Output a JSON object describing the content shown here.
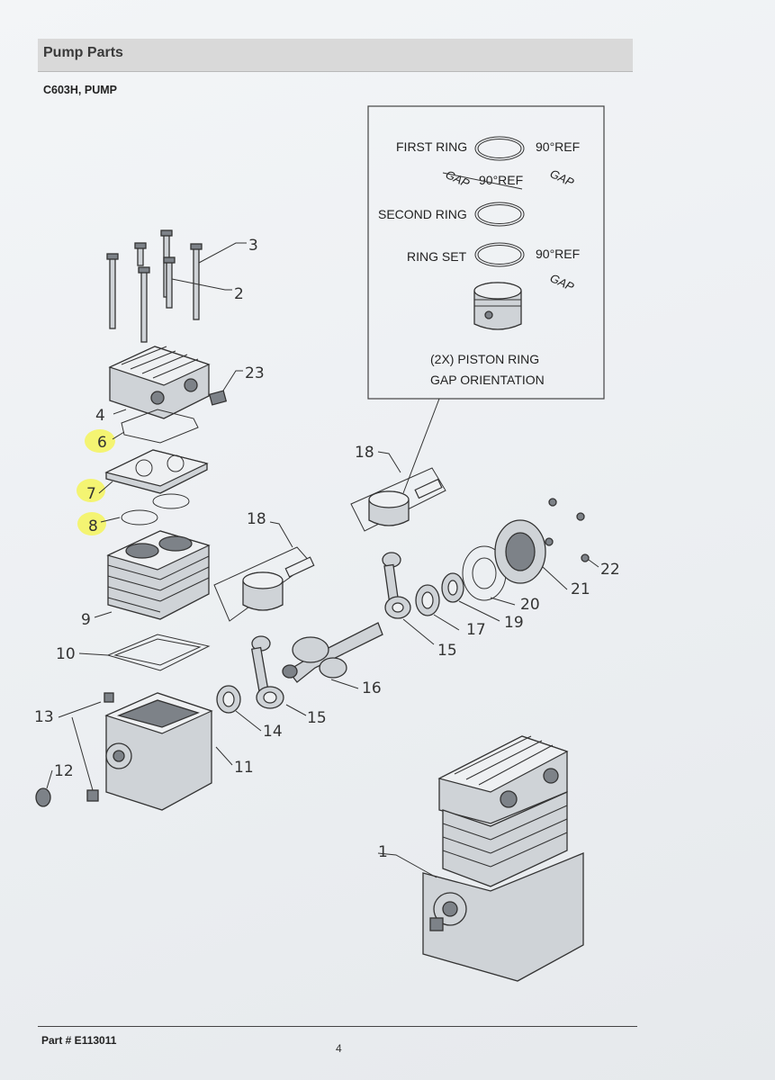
{
  "header": {
    "title": "Pump Parts"
  },
  "subtitle": "C603H, PUMP",
  "inset": {
    "first_ring": "FIRST RING",
    "second_ring": "SECOND RING",
    "ring_set": "RING SET",
    "ref_1": "90°REF",
    "gap_1": "GAP",
    "gap_2": "GAP",
    "ref_2": "90°REF",
    "ref_3": "90°REF",
    "gap_3": "GAP",
    "caption_line1": "(2X) PISTON RING",
    "caption_line2": "GAP ORIENTATION"
  },
  "callouts": {
    "c1": "1",
    "c2": "2",
    "c3": "3",
    "c4": "4",
    "c6": "6",
    "c7": "7",
    "c8": "8",
    "c9": "9",
    "c10": "10",
    "c11": "11",
    "c12": "12",
    "c13": "13",
    "c14": "14",
    "c15a": "15",
    "c15b": "15",
    "c16": "16",
    "c17": "17",
    "c18a": "18",
    "c18b": "18",
    "c19": "19",
    "c20": "20",
    "c21": "21",
    "c22": "22",
    "c23": "23"
  },
  "highlight_color": "#f4f45a",
  "footer": {
    "part_number": "Part # E113011",
    "page_number": "4"
  }
}
